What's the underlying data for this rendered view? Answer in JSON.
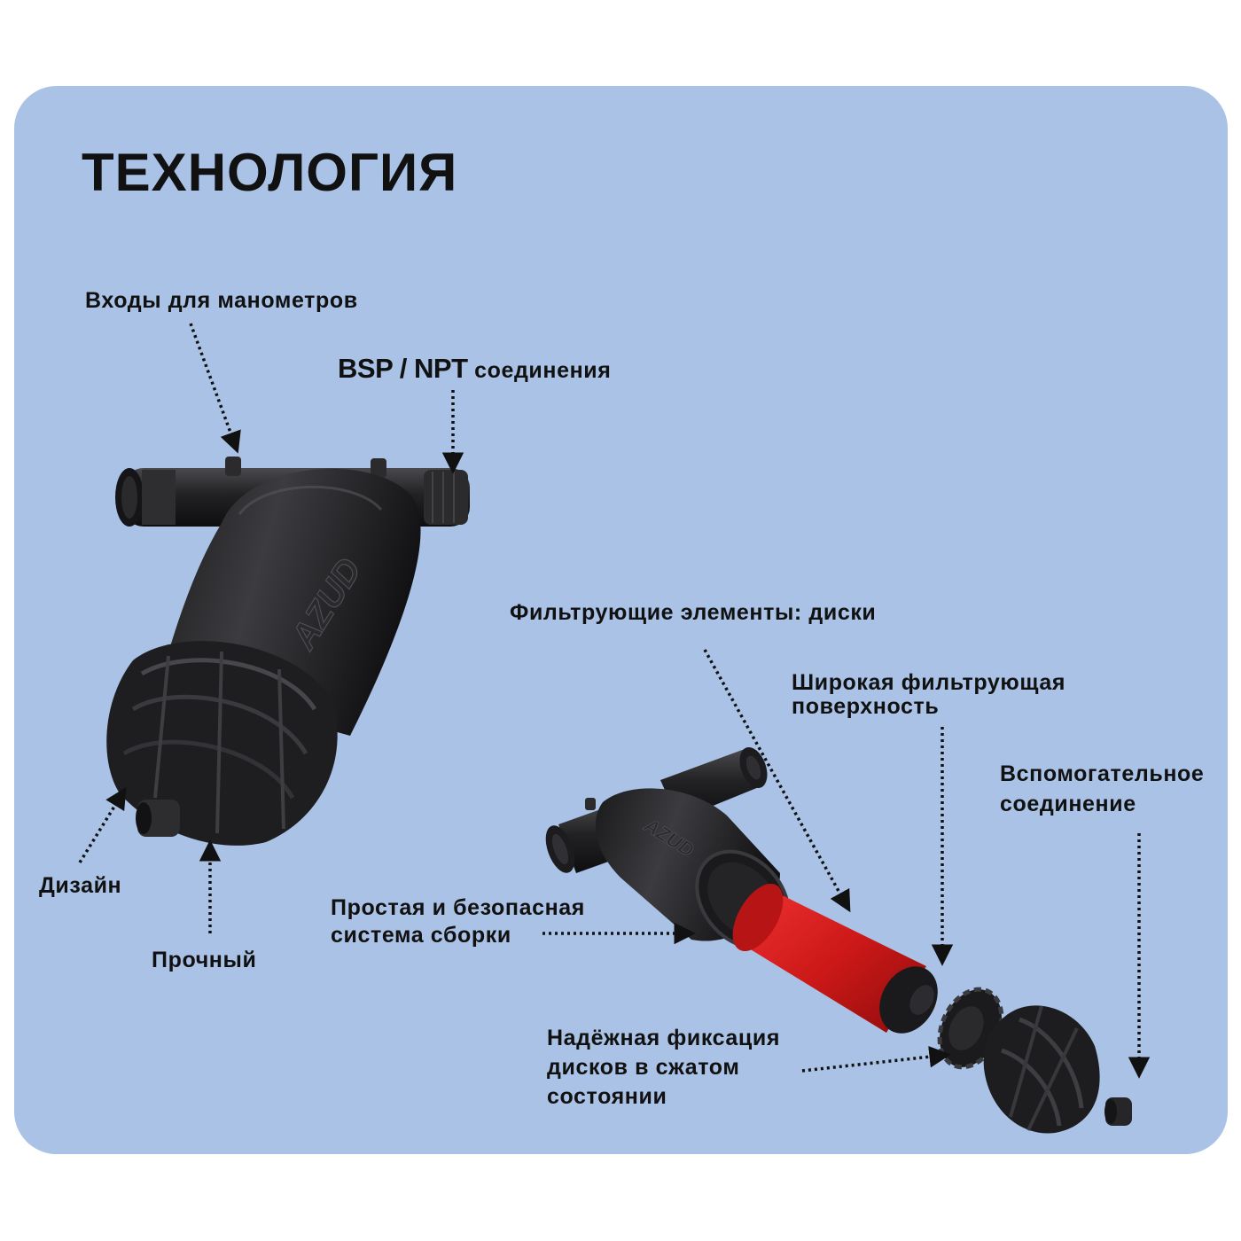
{
  "title": "ТЕХНОЛОГИЯ",
  "labels": {
    "gauge_inputs": "Входы для манометров",
    "bsp_strong": "BSP / NPT",
    "bsp_rest": " соединения",
    "filter_discs": "Фильтрующие элементы: диски",
    "wide_surface_1": "Широкая фильтрующая",
    "wide_surface_2": "поверхность",
    "aux_1": "Вспомогательное",
    "aux_2": "соединение",
    "design": "Дизайн",
    "durable": "Прочный",
    "assembly_1": "Простая и безопасная",
    "assembly_2": "система сборки",
    "fix_1": "Надёжная фиксация",
    "fix_2": "дисков в сжатом",
    "fix_3": "состоянии"
  },
  "brand_text": "AZUD",
  "colors": {
    "panel": "#a9c2e6",
    "filter_body": "#1c1c1e",
    "disc_cartridge": "#d81e1e",
    "text": "#111111"
  }
}
